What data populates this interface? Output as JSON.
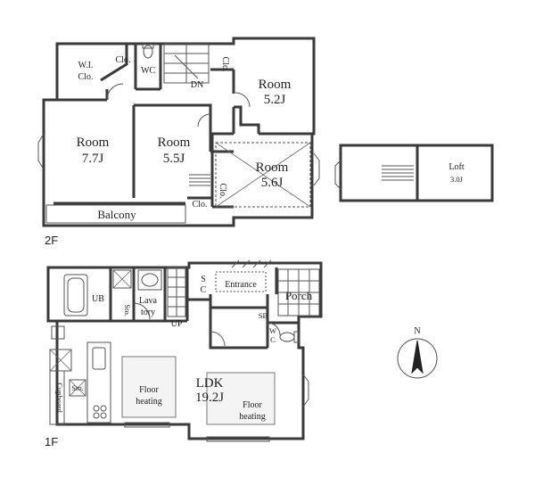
{
  "floors": {
    "second_label": "2F",
    "first_label": "1F"
  },
  "second_floor": {
    "room_a": {
      "name": "Room",
      "size": "7.7J"
    },
    "room_b": {
      "name": "Room",
      "size": "5.5J"
    },
    "room_c": {
      "name": "Room",
      "size": "5.6J"
    },
    "room_d": {
      "name": "Room",
      "size": "5.2J"
    },
    "wic": [
      "W.I.",
      "Clo."
    ],
    "closet": "Clo.",
    "wc": "WC",
    "stairs_down": "DN",
    "balcony": "Balcony"
  },
  "loft": {
    "name": "Loft",
    "size": "3.0J"
  },
  "first_floor": {
    "ldk": {
      "name": "LDK",
      "size": "19.2J"
    },
    "floor_heating_1": [
      "Floor",
      "heating"
    ],
    "floor_heating_2": [
      "Floor",
      "heating"
    ],
    "ub": "UB",
    "lavatory": [
      "Lava",
      "tory"
    ],
    "sto": "Sto.",
    "stairs_up": "UP",
    "sc": [
      "S",
      "C"
    ],
    "sb": "SB",
    "entrance": "Entrance",
    "porch": "Porch",
    "wc": [
      "W",
      "C"
    ],
    "cupboard": "Cupboard"
  },
  "compass": {
    "north": "N"
  }
}
